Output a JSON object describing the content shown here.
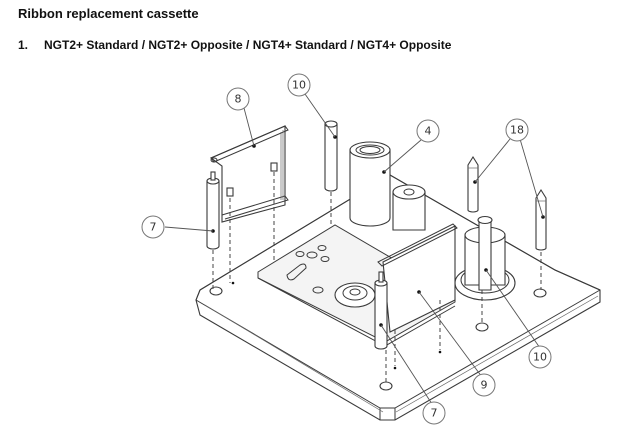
{
  "document": {
    "section_title": "Ribbon replacement cassette",
    "list_item": {
      "number": "1.",
      "text": "NGT2+ Standard / NGT2+ Opposite / NGT4+ Standard / NGT4+ Opposite"
    }
  },
  "figure": {
    "description": "Exploded isometric assembly drawing of ribbon replacement cassette",
    "callouts": [
      {
        "id": "callout-8",
        "label": "8"
      },
      {
        "id": "callout-10-top",
        "label": "10"
      },
      {
        "id": "callout-4",
        "label": "4"
      },
      {
        "id": "callout-18",
        "label": "18"
      },
      {
        "id": "callout-7-left",
        "label": "7"
      },
      {
        "id": "callout-10-bottom",
        "label": "10"
      },
      {
        "id": "callout-9",
        "label": "9"
      },
      {
        "id": "callout-7-bottom",
        "label": "7"
      }
    ]
  }
}
